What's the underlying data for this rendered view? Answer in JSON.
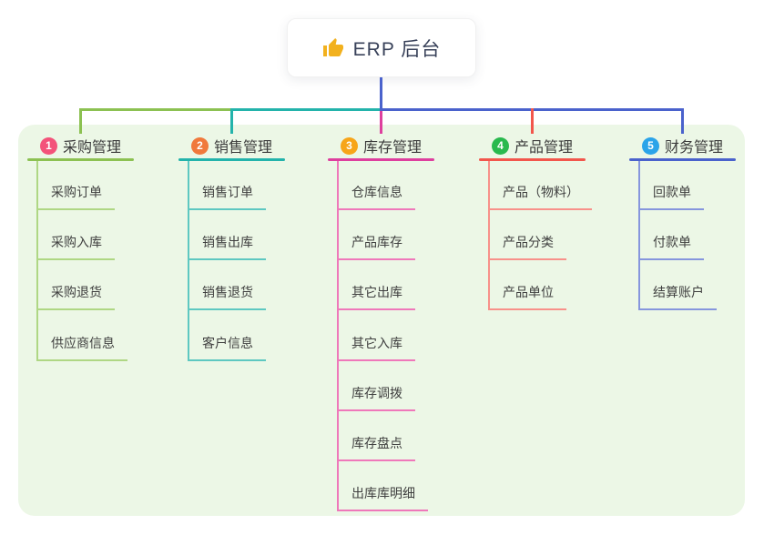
{
  "root": {
    "title": "ERP 后台",
    "icon": "thumbs-up-icon",
    "trunk_color": "#4a62cc"
  },
  "panel_bg": "#ecf7e6",
  "branches": [
    {
      "number": "1",
      "label": "采购管理",
      "badge_color": "#f3537a",
      "line_color": "#8cc152",
      "child_line_color": "#afd784",
      "children": [
        "采购订单",
        "采购入库",
        "采购退货",
        "供应商信息"
      ]
    },
    {
      "number": "2",
      "label": "销售管理",
      "badge_color": "#f0793c",
      "line_color": "#23b3ab",
      "child_line_color": "#5ec8c1",
      "children": [
        "销售订单",
        "销售出库",
        "销售退货",
        "客户信息"
      ]
    },
    {
      "number": "3",
      "label": "库存管理",
      "badge_color": "#f7a519",
      "line_color": "#de3f9e",
      "child_line_color": "#ef78ba",
      "children": [
        "仓库信息",
        "产品库存",
        "其它出库",
        "其它入库",
        "库存调拨",
        "库存盘点",
        "出库库明细"
      ]
    },
    {
      "number": "4",
      "label": "产品管理",
      "badge_color": "#29b94e",
      "line_color": "#f2564c",
      "child_line_color": "#f8918a",
      "children": [
        "产品（物料）",
        "产品分类",
        "产品单位"
      ]
    },
    {
      "number": "5",
      "label": "财务管理",
      "badge_color": "#2ba4e9",
      "line_color": "#4a62cc",
      "child_line_color": "#8696dd",
      "children": [
        "回款单",
        "付款单",
        "结算账户"
      ]
    }
  ]
}
